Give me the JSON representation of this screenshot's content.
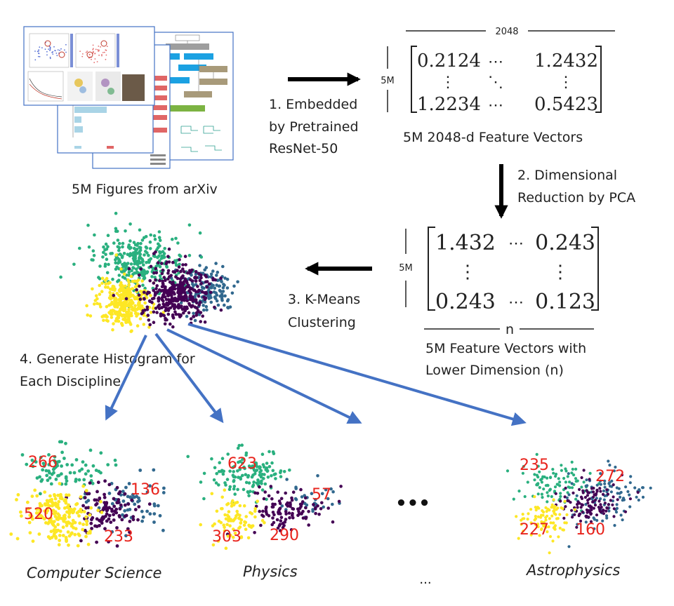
{
  "steps": {
    "step1": [
      "1. Embedded",
      "by Pretrained",
      "ResNet-50"
    ],
    "step2": [
      "2. Dimensional",
      "Reduction by PCA"
    ],
    "step3": [
      "3. K-Means",
      "Clustering"
    ],
    "step4": [
      "4. Generate Histogram for",
      "Each Discipline"
    ]
  },
  "figures_caption": "5M Figures from arXiv",
  "matrix1": {
    "width_label": "2048",
    "height_label": "5M",
    "top_left": "0.2124",
    "top_right": "1.2432",
    "bottom_left": "1.2234",
    "bottom_right": "0.5423",
    "h_dots": "⋯",
    "v_dots": "⋮",
    "d_dots": "⋱",
    "caption": "5M 2048-d Feature Vectors"
  },
  "matrix2": {
    "height_label": "5M",
    "width_label": "n",
    "top_left": "1.432",
    "top_right": "0.243",
    "bottom_left": "0.243",
    "bottom_right": "0.123",
    "h_dots": "⋯",
    "v_dots": "⋮",
    "caption": [
      "5M Feature Vectors with",
      "Lower Dimension (n)"
    ]
  },
  "disciplines": [
    {
      "name": "Computer Science",
      "counts": {
        "green": "266",
        "navy": "136",
        "yellow": "520",
        "purple": "233"
      }
    },
    {
      "name": "Physics",
      "counts": {
        "green": "623",
        "navy": "57",
        "yellow": "303",
        "purple": "290"
      }
    },
    {
      "name": "Astrophysics",
      "counts": {
        "green": "235",
        "navy": "272",
        "yellow": "227",
        "purple": "160"
      }
    }
  ],
  "ellipsis": "•••",
  "ellipsis_small": "...",
  "colors": {
    "arrow_black": "#000000",
    "arrow_blue": "#4472c4",
    "cluster_green": "#2ab07f",
    "cluster_purple": "#440154",
    "cluster_navy": "#31688e",
    "cluster_yellow": "#fde725",
    "count_text": "#e8231c"
  }
}
